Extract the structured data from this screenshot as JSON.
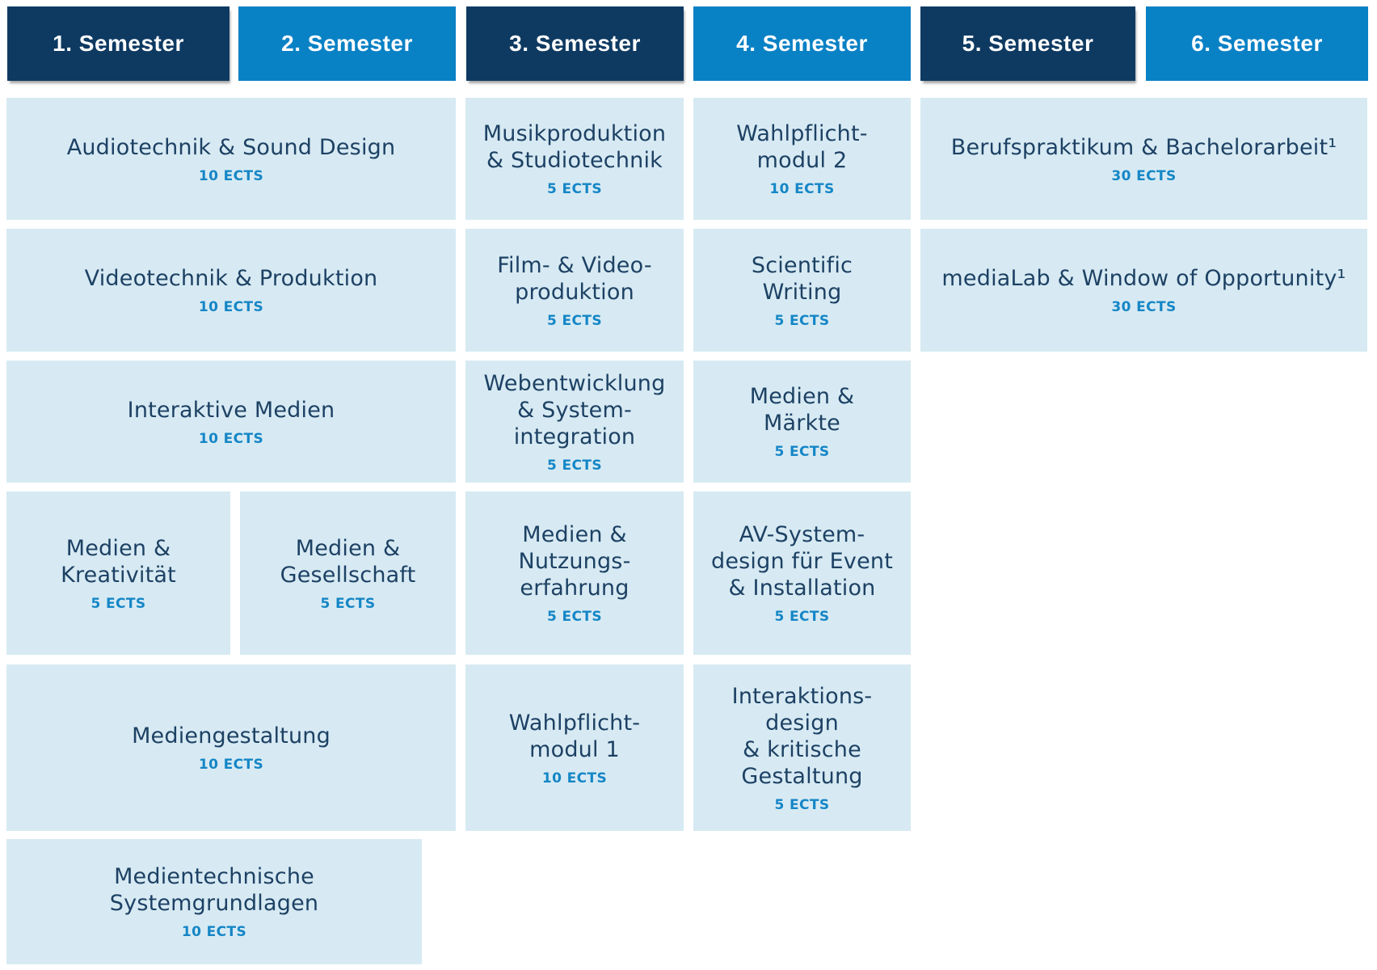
{
  "colors": {
    "tab_dark": "#0e3a62",
    "tab_light": "#0981c5",
    "card_background": "#d7eaf3",
    "title_text": "#1d4164",
    "ects_text": "#1586c6",
    "tab_text": "#ffffff",
    "page_background": "#ffffff"
  },
  "semesters": [
    {
      "label": "1. Semester"
    },
    {
      "label": "2. Semester"
    },
    {
      "label": "3. Semester"
    },
    {
      "label": "4. Semester"
    },
    {
      "label": "5. Semester"
    },
    {
      "label": "6. Semester"
    }
  ],
  "modules": [
    {
      "title": "Audiotechnik & Sound Design",
      "ects": "10 ECTS"
    },
    {
      "title": "Musikproduktion\n& Studiotechnik",
      "ects": "5 ECTS"
    },
    {
      "title": "Wahlpflicht-\nmodul 2",
      "ects": "10 ECTS"
    },
    {
      "title": "Berufspraktikum & Bachelorarbeit¹",
      "ects": "30 ECTS"
    },
    {
      "title": "Videotechnik & Produktion",
      "ects": "10 ECTS"
    },
    {
      "title": "Film- & Video-\nproduktion",
      "ects": "5 ECTS"
    },
    {
      "title": "Scientific\nWriting",
      "ects": "5 ECTS"
    },
    {
      "title": "mediaLab & Window of Opportunity¹",
      "ects": "30 ECTS"
    },
    {
      "title": "Interaktive Medien",
      "ects": "10 ECTS"
    },
    {
      "title": "Webentwicklung\n& System-\nintegration",
      "ects": "5 ECTS"
    },
    {
      "title": "Medien &\nMärkte",
      "ects": "5 ECTS"
    },
    {
      "title": "Medien &\nKreativität",
      "ects": "5 ECTS"
    },
    {
      "title": "Medien &\nGesellschaft",
      "ects": "5 ECTS"
    },
    {
      "title": "Medien &\nNutzungs-\nerfahrung",
      "ects": "5 ECTS"
    },
    {
      "title": "AV-System-\ndesign für Event\n& Installation",
      "ects": "5 ECTS"
    },
    {
      "title": "Mediengestaltung",
      "ects": "10 ECTS"
    },
    {
      "title": "Wahlpflicht-\nmodul 1",
      "ects": "10 ECTS"
    },
    {
      "title": "Interaktions-\ndesign\n& kritische\nGestaltung",
      "ects": "5 ECTS"
    },
    {
      "title": "Medientechnische\nSystemgrundlagen",
      "ects": "10 ECTS"
    }
  ]
}
